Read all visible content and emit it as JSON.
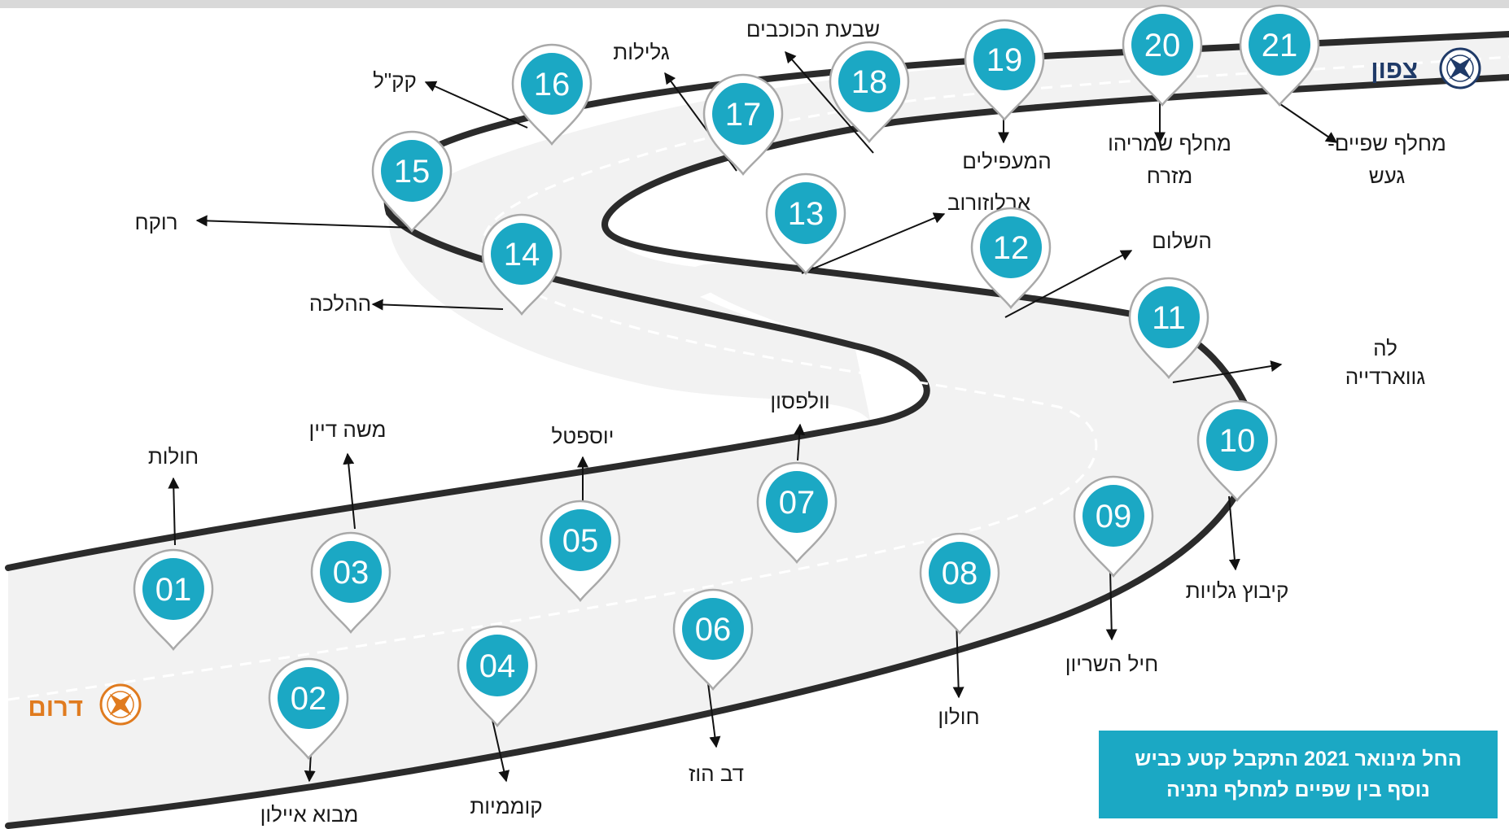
{
  "directions": {
    "north": {
      "label": "צפון",
      "color": "#1f3a68",
      "icon": "compass-icon"
    },
    "south": {
      "label": "דרום",
      "color": "#e07b1f",
      "icon": "compass-icon"
    }
  },
  "colors": {
    "pin": "#1ba8c4",
    "road": "#f2f2f2",
    "road_edge": "#2b2b2b",
    "note_box": "#1ba8c4"
  },
  "stations": [
    {
      "num": "01",
      "lines": [
        "חולות"
      ]
    },
    {
      "num": "02",
      "lines": [
        "מבוא איילון"
      ]
    },
    {
      "num": "03",
      "lines": [
        "משה דיין"
      ]
    },
    {
      "num": "04",
      "lines": [
        "קוממיות"
      ]
    },
    {
      "num": "05",
      "lines": [
        "יוספטל"
      ]
    },
    {
      "num": "06",
      "lines": [
        "דב הוז"
      ]
    },
    {
      "num": "07",
      "lines": [
        "וולפסון"
      ]
    },
    {
      "num": "08",
      "lines": [
        "חולון"
      ]
    },
    {
      "num": "09",
      "lines": [
        "חיל השריון"
      ]
    },
    {
      "num": "10",
      "lines": [
        "קיבוץ גלויות"
      ]
    },
    {
      "num": "11",
      "lines": [
        "לה",
        "גווארדייה"
      ]
    },
    {
      "num": "12",
      "lines": [
        "השלום"
      ]
    },
    {
      "num": "13",
      "lines": [
        "ארלוזורוב"
      ]
    },
    {
      "num": "14",
      "lines": [
        "ההלכה"
      ]
    },
    {
      "num": "15",
      "lines": [
        "רוקח"
      ]
    },
    {
      "num": "16",
      "lines": [
        "קק\"ל"
      ]
    },
    {
      "num": "17",
      "lines": [
        "גלילות"
      ]
    },
    {
      "num": "18",
      "lines": [
        "שבעת הכוכבים"
      ]
    },
    {
      "num": "19",
      "lines": [
        "המעפילים"
      ]
    },
    {
      "num": "20",
      "lines": [
        "מחלף שמריהו",
        "מזרח"
      ]
    },
    {
      "num": "21",
      "lines": [
        "מחלף שפיים-",
        "געש"
      ]
    }
  ],
  "note": {
    "line1": "החל מינואר 2021 התקבל קטע כביש",
    "line2": "נוסף בין שפיים למחלף נתניה"
  }
}
